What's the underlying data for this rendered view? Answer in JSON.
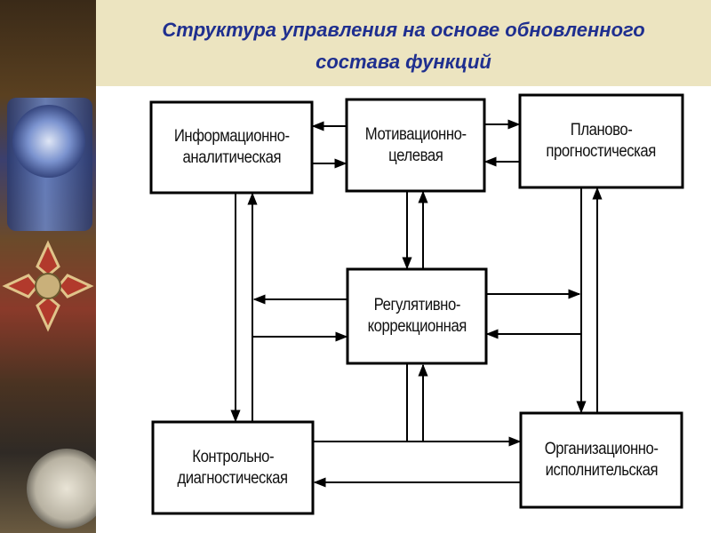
{
  "slide": {
    "title_line1": "Структура управления на основе обновленного",
    "title_line2": "состава функций"
  },
  "boxes": {
    "info": {
      "line1": "Информационно-",
      "line2": "аналитическая"
    },
    "motiv": {
      "line1": "Мотивационно-",
      "line2": "целевая"
    },
    "plan": {
      "line1": "Планово-",
      "line2": "прогностическая"
    },
    "reg": {
      "line1": "Регулятивно-",
      "line2": "коррекционная"
    },
    "control": {
      "line1": "Контрольно-",
      "line2": "диагностическая"
    },
    "org": {
      "line1": "Организационно-",
      "line2": "исполнительская"
    }
  },
  "colors": {
    "title": "#1f2f8f",
    "title_band": "#ece4c0",
    "lines": "#000000"
  }
}
